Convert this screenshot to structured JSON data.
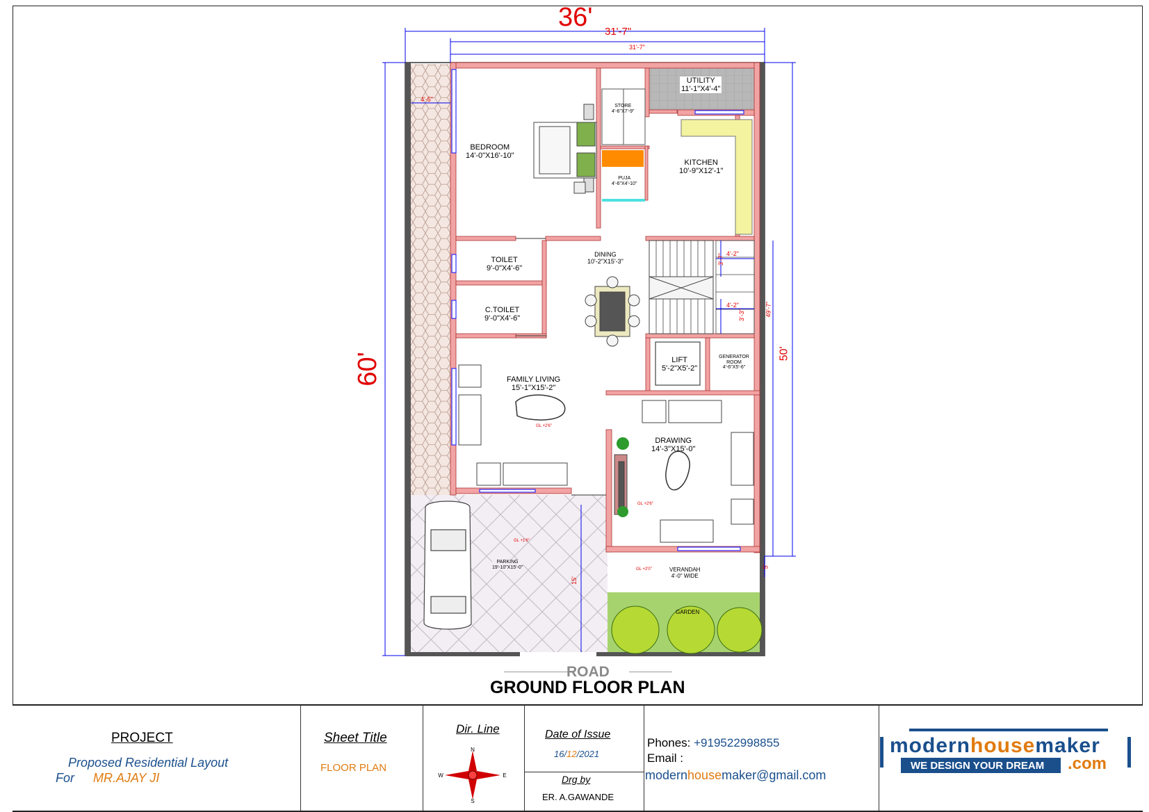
{
  "plan": {
    "overall_width": "36'",
    "overall_depth": "60'",
    "inner_width_1": "31'-7\"",
    "inner_width_2": "31'-7\"",
    "side_depth": "50'",
    "inner_depth": "49'-7\"",
    "passage_width": "4'-5\"",
    "stair_dim_1": "4'-2\"",
    "stair_dim_2": "3'-7\"",
    "stair_dim_3": "4'-2\"",
    "stair_dim_4": "3'-3\"",
    "parking_depth": "15'",
    "setback": "5'",
    "road_label": "ROAD",
    "plan_title": "GROUND FLOOR PLAN",
    "rooms": {
      "bedroom": {
        "name": "BEDROOM",
        "size": "14'-0\"X16'-10\""
      },
      "store": {
        "name": "STORE",
        "size": "4'-6\"X7'-9\""
      },
      "utility": {
        "name": "UTILITY",
        "size": "11'-1\"X4'-4\""
      },
      "puja": {
        "name": "PUJA",
        "size": "4'-6\"X4'-10\""
      },
      "kitchen": {
        "name": "KITCHEN",
        "size": "10'-9\"X12'-1\""
      },
      "toilet": {
        "name": "TOILET",
        "size": "9'-0\"X4'-6\""
      },
      "ctoilet": {
        "name": "C.TOILET",
        "size": "9'-0\"X4'-6\""
      },
      "dining": {
        "name": "DINING",
        "size": "10'-2\"X15'-3\""
      },
      "lift": {
        "name": "LIFT",
        "size": "5'-2\"X5'-2\""
      },
      "generator": {
        "name": "GENERATOR ROOM",
        "size": "4'-6\"X5'-6\""
      },
      "family_living": {
        "name": "FAMILY LIVING",
        "size": "15'-1\"X15'-2\""
      },
      "drawing": {
        "name": "DRAWING",
        "size": "14'-3\"X15'-0\""
      },
      "parking": {
        "name": "PARKING",
        "size": "19'-10\"X15'-0\""
      },
      "verandah": {
        "name": "VERANDAH",
        "size": "4'-0\" WIDE"
      },
      "garden": {
        "name": "GARDEN"
      }
    },
    "levels": {
      "living": "GL +2'6\"",
      "drawing": "GL +2'6\"",
      "parking": "GL +1'6\"",
      "verandah": "GL +2'0\""
    }
  },
  "title_block": {
    "project_heading": "PROJECT",
    "project_line1": "Proposed Residential Layout",
    "project_for": "For",
    "project_client": "MR.AJAY JI",
    "sheet_title_heading": "Sheet Title",
    "sheet_title_value": "FLOOR PLAN",
    "dir_line_heading": "Dir. Line",
    "compass": {
      "n": "N",
      "e": "E",
      "w": "W",
      "s": "S"
    },
    "date_heading": "Date of Issue",
    "date_day": "16",
    "date_month": "12",
    "date_year": "2021",
    "date_sep": "/",
    "drg_heading": "Drg by",
    "drg_value": "ER. A.GAWANDE",
    "phones_label": "Phones:",
    "phones_value": "+919522998855",
    "email_label": "Email :",
    "email_part1": "modern",
    "email_part2": "house",
    "email_part3": "maker@gmail.com",
    "logo_part1": "modern",
    "logo_part2": "house",
    "logo_part3": "maker",
    "logo_tagline": "WE DESIGN YOUR DREAM",
    "logo_com": ".com"
  },
  "colors": {
    "wall": "#f2a3a3",
    "utility_floor": "#b8b8b8",
    "puja_accent": "#ff8c00",
    "counter": "#f3f3a0",
    "garden": "#a7d36f",
    "dimension": "#0000ee",
    "accent_text": "#e07b10",
    "blue_text": "#1a4f8c"
  }
}
